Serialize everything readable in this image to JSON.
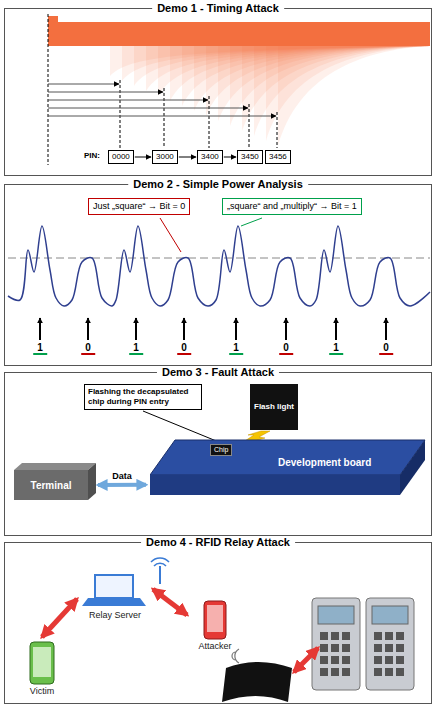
{
  "diagram": {
    "nodes": [
      {
        "text": [
          "Demo 1 - Timing Attack"
        ]
      },
      {
        "text": [
          "0000"
        ],
        "in": 0
      },
      {
        "text": [
          "3000"
        ],
        "in": 0
      },
      {
        "text": [
          "3400"
        ],
        "in": 0
      },
      {
        "text": [
          "3450"
        ],
        "in": 0
      },
      {
        "text": [
          "3456"
        ],
        "in": 0
      },
      {
        "text": [
          "Demo 2 - Simple Power Analysis"
        ]
      },
      {
        "text": [
          "Just „square“ → Bit = 0"
        ],
        "in": 6
      },
      {
        "text": [
          "„square“ and „multiply“ → Bit = 1"
        ],
        "in": 6
      },
      {
        "text": [
          "Demo 3 - Fault Attack"
        ]
      },
      {
        "text": [
          "Flashing the decapsulated chip during PIN entry"
        ],
        "in": 9
      },
      {
        "text": [
          "Flash light"
        ],
        "in": 9
      },
      {
        "text": [
          "Development board"
        ],
        "in": 9
      },
      {
        "text": [
          "Chip"
        ],
        "in": 12
      },
      {
        "text": [
          "Terminal"
        ],
        "in": 9
      },
      {
        "text": [
          "Demo 4 - RFID Relay Attack"
        ]
      },
      {
        "text": [
          "Relay Server"
        ],
        "in": 15
      },
      {
        "text": [
          "Victim"
        ],
        "in": 15
      },
      {
        "text": [
          "Attacker"
        ],
        "in": 15
      }
    ],
    "edges": [
      {
        "from": 1,
        "to": 2,
        "arrow": "to"
      },
      {
        "from": 2,
        "to": 3,
        "arrow": "to"
      },
      {
        "from": 3,
        "to": 4,
        "arrow": "to"
      },
      {
        "from": 14,
        "to": 12,
        "label": "Data",
        "arrow": "both"
      },
      {
        "from": 10,
        "to": 13,
        "arrow": "none"
      },
      {
        "from": 17,
        "to": 16,
        "arrow": "both"
      },
      {
        "from": 16,
        "to": 18,
        "arrow": "both"
      }
    ],
    "labels": [
      "PIN:",
      "1",
      "0",
      "1",
      "0",
      "1",
      "0",
      "1",
      "0"
    ]
  }
}
